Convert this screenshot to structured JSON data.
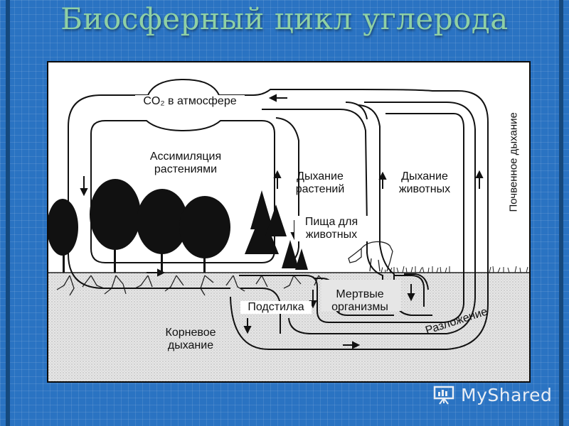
{
  "slide": {
    "title": "Биосферный цикл углерода"
  },
  "diagram": {
    "atmosphere_label": "CO₂ в атмосфере",
    "assimilation_label": "Ассимиляция растениями",
    "plant_respiration_label": "Дыхание растений",
    "animal_respiration_label": "Дыхание животных",
    "soil_respiration_label": "Почвенное дыхание",
    "food_label": "Пища для животных",
    "dead_organisms_label": "Мертвые организмы",
    "litter_label": "Подстилка",
    "decomposition_label": "Разложение",
    "root_respiration_label": "Корневое дыхание"
  },
  "watermark": {
    "brand": "MyShared"
  },
  "colors": {
    "background": "#2a73c2",
    "title": "#8fd0a5",
    "panel": "#ffffff",
    "soil": "#d9d9d9"
  }
}
